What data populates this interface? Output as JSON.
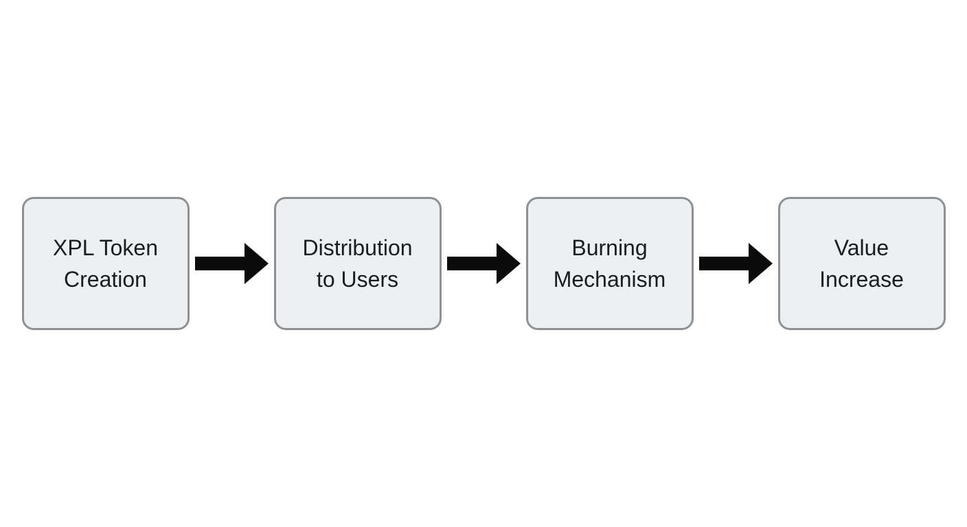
{
  "diagram": {
    "type": "flowchart",
    "direction": "left-to-right",
    "nodes": [
      {
        "id": "step-1",
        "label": "XPL Token Creation",
        "line1": "XPL Token",
        "line2": "Creation"
      },
      {
        "id": "step-2",
        "label": "Distribution to Users",
        "line1": "Distribution",
        "line2": "to Users"
      },
      {
        "id": "step-3",
        "label": "Burning Mechanism",
        "line1": "Burning",
        "line2": "Mechanism"
      },
      {
        "id": "step-4",
        "label": "Value Increase",
        "line1": "Value",
        "line2": "Increase"
      }
    ],
    "edges": [
      {
        "from": "step-1",
        "to": "step-2"
      },
      {
        "from": "step-2",
        "to": "step-3"
      },
      {
        "from": "step-3",
        "to": "step-4"
      }
    ],
    "colors": {
      "node_fill": "#edeff1",
      "node_border": "#8d9094",
      "node_text": "#1a1c1f",
      "arrow": "#0b0b0b",
      "background": "#ffffff"
    }
  }
}
